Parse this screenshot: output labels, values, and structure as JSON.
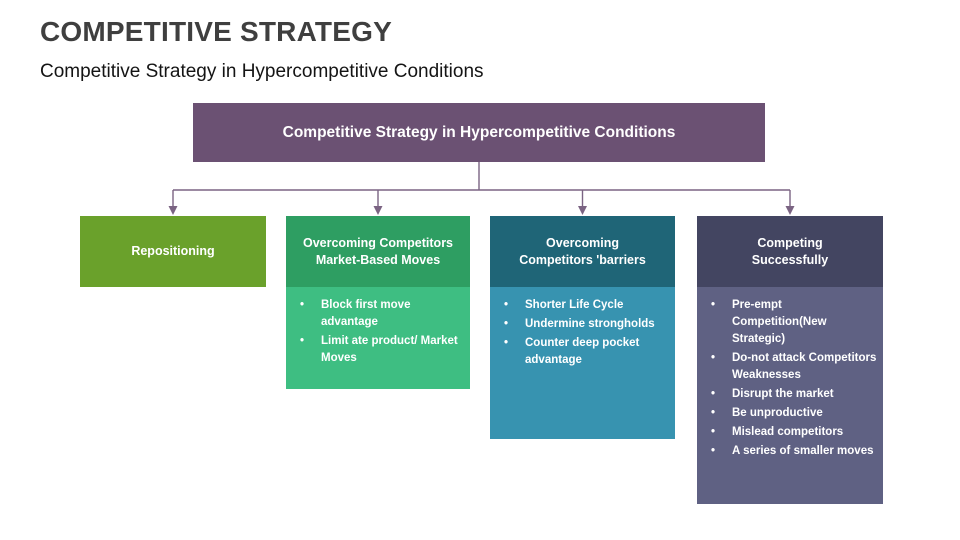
{
  "slide": {
    "title": "COMPETITIVE STRATEGY",
    "subtitle": "Competitive Strategy in Hypercompetitive Conditions"
  },
  "diagram": {
    "connector_color": "#7b6483",
    "root": {
      "label": "Competitive Strategy in Hypercompetitive Conditions",
      "color": "#6b5173"
    },
    "nodes": [
      {
        "title": "Repositioning",
        "header_color": "#6aa12b",
        "body_color": "",
        "bullets": []
      },
      {
        "title": "Overcoming Competitors Market-Based Moves",
        "header_color": "#2e9e62",
        "body_color": "#3ebe82",
        "bullets": [
          "Block first move advantage",
          "Limit ate product/ Market Moves"
        ]
      },
      {
        "title": "Overcoming Competitors 'barriers",
        "header_color": "#1f6577",
        "body_color": "#3793b0",
        "bullets": [
          "Shorter Life Cycle",
          "Undermine strongholds",
          "Counter deep pocket advantage"
        ]
      },
      {
        "title": "Competing Successfully",
        "header_color": "#434561",
        "body_color": "#5f6183",
        "bullets": [
          "Pre-empt Competition(New Strategic)",
          "Do-not attack Competitors Weaknesses",
          "Disrupt the market",
          "Be unproductive",
          "Mislead competitors",
          "A series of smaller moves"
        ]
      }
    ]
  }
}
